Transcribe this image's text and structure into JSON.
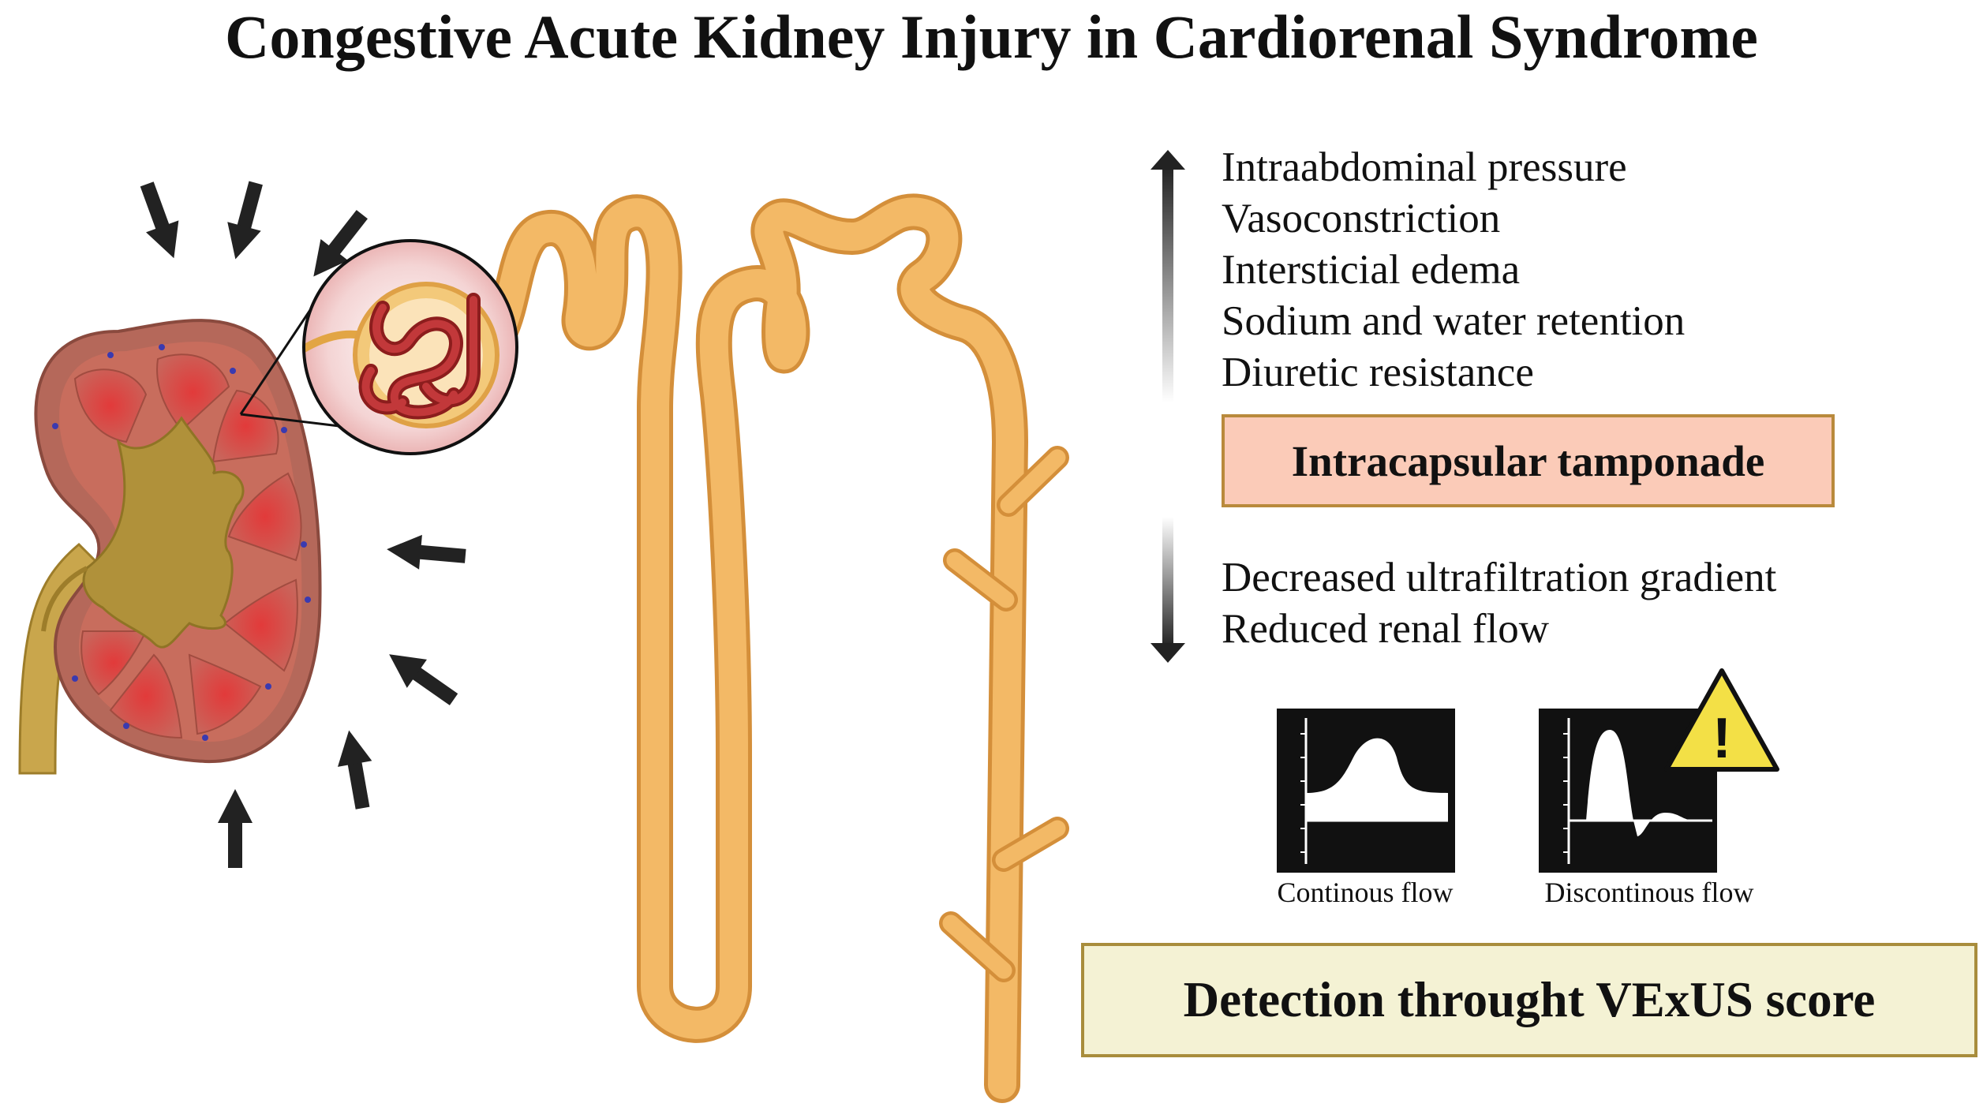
{
  "title": "Congestive Acute Kidney Injury in Cardiorenal Syndrome",
  "increase_list": [
    "Intraabdominal pressure",
    "Vasoconstriction",
    "Intersticial edema",
    "Sodium and water retention",
    "Diuretic resistance"
  ],
  "central_box": "Intracapsular tamponade",
  "decrease_list": [
    "Decreased ultrafiltration gradient",
    "Reduced renal flow"
  ],
  "doppler_captions": {
    "continuous": "Continous flow",
    "discontinuous": "Discontinous flow"
  },
  "warning_symbol": "!",
  "bottom_box": "Detection throught VExUS score",
  "colors": {
    "tubule": "#f3b966",
    "tubule_outline": "#d48f3a",
    "kidney_cortex": "#b5685a",
    "pyramid": "#c9584f",
    "pelvis": "#b0913a",
    "tamponade_fill": "#fbcbb8",
    "vexus_fill": "#f4f2d4",
    "warning_yellow": "#f3e046"
  }
}
